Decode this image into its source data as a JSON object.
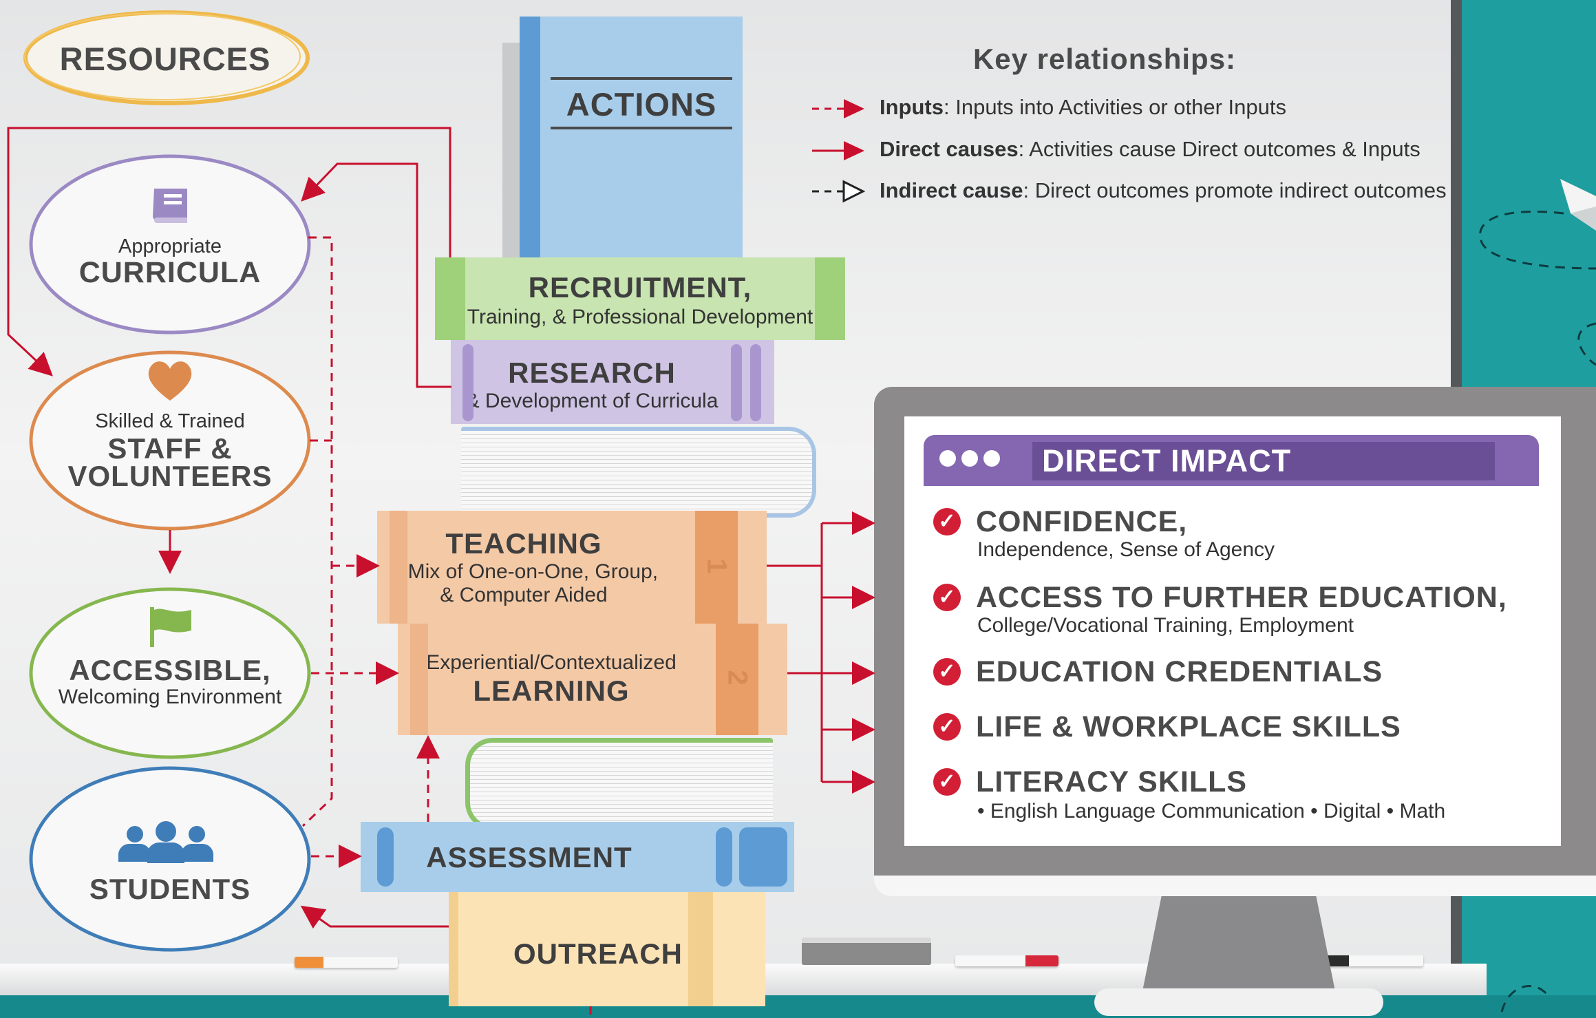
{
  "resources": {
    "title": "RESOURCES",
    "curricula": {
      "pre": "Appropriate",
      "title": "CURRICULA",
      "icon": "book-icon"
    },
    "staff": {
      "pre": "Skilled & Trained",
      "line1": "STAFF &",
      "line2": "VOLUNTEERS",
      "icon": "heart-icon"
    },
    "environment": {
      "title": "ACCESSIBLE,",
      "sub": "Welcoming Environment",
      "icon": "flag-icon"
    },
    "students": {
      "title": "STUDENTS",
      "icon": "people-icon"
    }
  },
  "actions": {
    "title": "ACTIONS",
    "recruitment": {
      "title": "RECRUITMENT,",
      "sub": "Training, & Professional Development"
    },
    "research": {
      "title": "RESEARCH",
      "sub": "& Development of Curricula"
    },
    "teaching": {
      "title": "TEACHING",
      "sub1": "A Mix of One-on-One, Group,",
      "sub2": "& Computer Aided",
      "spine": "1"
    },
    "learning": {
      "pre": "Experiential/Contextualized",
      "title": "LEARNING",
      "spine": "2"
    },
    "assessment": {
      "title": "ASSESSMENT"
    },
    "outreach": {
      "title": "OUTREACH"
    }
  },
  "key": {
    "title": "Key relationships:",
    "items": [
      {
        "bold": "Inputs",
        "text": ": Inputs into Activities or other Inputs"
      },
      {
        "bold": "Direct causes",
        "text": ": Activities cause Direct outcomes & Inputs"
      },
      {
        "bold": "Indirect cause",
        "text": ": Direct outcomes promote indirect outcomes"
      }
    ]
  },
  "impact": {
    "title": "DIRECT IMPACT",
    "items": [
      {
        "title": "CONFIDENCE,",
        "sub": "Independence, Sense of Agency"
      },
      {
        "title": "ACCESS TO FURTHER EDUCATION,",
        "sub": "College/Vocational Training, Employment"
      },
      {
        "title": "EDUCATION CREDENTIALS",
        "sub": ""
      },
      {
        "title": "LIFE & WORKPLACE SKILLS",
        "sub": ""
      },
      {
        "title": "LITERACY SKILLS",
        "sub": "• English Language Communication • Digital • Math"
      }
    ]
  },
  "colors": {
    "arrow": "#c8102e",
    "curricula": "#9b89c4",
    "staff": "#dd8a4e",
    "environment": "#86b74f",
    "students": "#3f7db8",
    "resources_ring": "#efb84a",
    "impact_header": "#8467b0",
    "teal": "#1d9c9f"
  }
}
